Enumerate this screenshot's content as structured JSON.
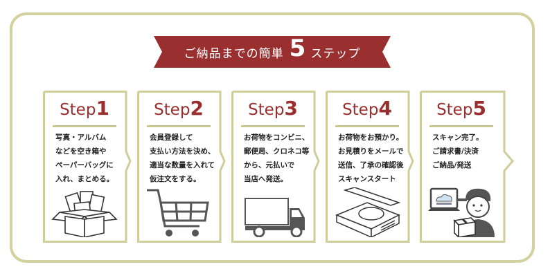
{
  "header": {
    "ribbon_prefix": "ご納品までの簡単",
    "ribbon_number": "5",
    "ribbon_suffix": "ステップ",
    "ribbon_color": "#9a2f30"
  },
  "colors": {
    "frame": "#d2d19f",
    "card_border": "#cfcd9a",
    "step_title": "#9a2f30",
    "text": "#222222",
    "icon_gray": "#555555"
  },
  "steps": [
    {
      "label": "Step",
      "number": "1",
      "lines": [
        "写真・アルバム",
        "などを空き箱や",
        "ペーパーバッグに",
        "入れ、まとめる。"
      ],
      "icon": "box-of-photos-icon"
    },
    {
      "label": "Step",
      "number": "2",
      "lines": [
        "会員登録して",
        "支払い方法を決め、",
        "適当な数量を入れて",
        "仮注文をする。"
      ],
      "icon": "shopping-cart-icon"
    },
    {
      "label": "Step",
      "number": "3",
      "lines": [
        "お荷物をコンビニ、",
        "郵便局、クロネコ等",
        "から、元払いで",
        "当店へ発送。"
      ],
      "icon": "delivery-truck-icon"
    },
    {
      "label": "Step",
      "number": "4",
      "lines": [
        "お荷物をお預かり。",
        "お見積りをメールで",
        "送信、了承の確認後",
        "スキャンスタート"
      ],
      "icon": "scanner-icon"
    },
    {
      "label": "Step",
      "number": "5",
      "lines": [
        "スキャン完了。",
        "ご請求書/決済",
        "ご納品/発送"
      ],
      "icon": "staff-with-laptop-and-box-icon"
    }
  ]
}
